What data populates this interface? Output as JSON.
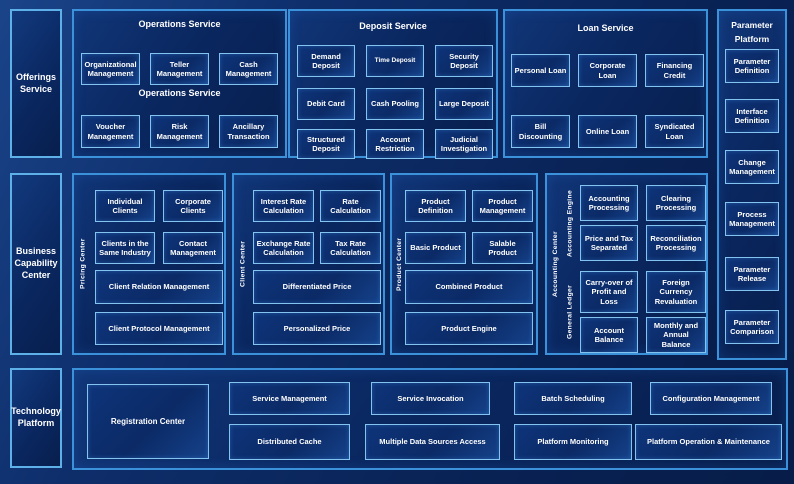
{
  "colors": {
    "background": "#0b2560",
    "panel_border": "#3c92da",
    "box_border": "#82c4ef",
    "box_fill": "#10377d",
    "text": "#ffffff"
  },
  "sidebar": {
    "offerings": "Offerings Service",
    "business_capability": "Business Capability Center",
    "technology": "Technology Platform"
  },
  "operations": {
    "title": "Operations Service",
    "subtitle": "Operations Service",
    "row1": [
      "Organizational Management",
      "Teller Management",
      "Cash Management"
    ],
    "row2": [
      "Voucher Management",
      "Risk Management",
      "Ancillary Transaction"
    ]
  },
  "deposit": {
    "title": "Deposit Service",
    "boxes": [
      "Demand Deposit",
      "Time Deposit",
      "Security Deposit",
      "Debit Card",
      "Cash Pooling",
      "Large Deposit",
      "Structured Deposit",
      "Account Restriction",
      "Judicial Investigation"
    ]
  },
  "loan": {
    "title": "Loan Service",
    "row1": [
      "Personal Loan",
      "Corporate Loan",
      "Financing Credit"
    ],
    "row2": [
      "Bill Discounting",
      "Online Loan",
      "Syndicated Loan"
    ]
  },
  "parameter_platform": {
    "title": "Parameter Platform",
    "boxes": [
      "Parameter Definition",
      "Interface Definition",
      "Change Management",
      "Process Management",
      "Parameter Release",
      "Parameter Comparison"
    ]
  },
  "pricing_center": {
    "label": "Pricing Center",
    "boxes": [
      "Individual Clients",
      "Corporate Clients",
      "Clients in the Same Industry",
      "Contact Management"
    ],
    "wide1": "Client Relation Management",
    "wide2": "Client Protocol Management"
  },
  "client_center": {
    "label": "Client Center",
    "boxes": [
      "Interest Rate Calculation",
      "Rate Calculation",
      "Exchange Rate Calculation",
      "Tax Rate Calculation"
    ],
    "wide1": "Differentiated Price",
    "wide2": "Personalized Price"
  },
  "product_center": {
    "label": "Product Center",
    "boxes": [
      "Product Definition",
      "Product Management",
      "Basic Product",
      "Salable Product"
    ],
    "wide1": "Combined Product",
    "wide2": "Product Engine"
  },
  "accounting_center": {
    "label": "Accounting Center",
    "engine_label": "Accounting Engine",
    "engine_boxes": [
      "Accounting Processing",
      "Clearing Processing",
      "Price and Tax Separated",
      "Reconciliation Processing"
    ],
    "ledger_label": "General Ledger",
    "ledger_boxes": [
      "Carry-over of Profit and Loss",
      "Foreign Currency Revaluation",
      "Account Balance",
      "Monthly and Annual Balance"
    ]
  },
  "technology": {
    "registration": "Registration Center",
    "service_management": "Service Management",
    "distributed_cache": "Distributed Cache",
    "service_invocation": "Service Invocation",
    "multiple_data_sources": "Multiple Data Sources Access",
    "batch_scheduling": "Batch Scheduling",
    "platform_monitoring": "Platform Monitoring",
    "configuration_management": "Configuration Management",
    "platform_operation": "Platform Operation & Maintenance"
  }
}
